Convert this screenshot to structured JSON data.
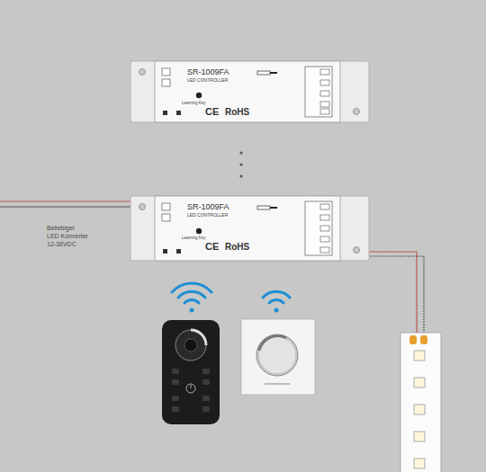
{
  "diagram": {
    "nodes": [
      {
        "text": [
          "SR-1009FA",
          "LED CONTROLLER",
          "Learning Key",
          "CE",
          "RoHS"
        ]
      },
      {
        "text": [
          "SR-1009FA",
          "LED CONTROLLER",
          "Learning Key",
          "CE",
          "RoHS"
        ]
      }
    ],
    "labels": [
      "Beliebiger",
      "LED Konverter",
      "12-36VDC"
    ]
  }
}
